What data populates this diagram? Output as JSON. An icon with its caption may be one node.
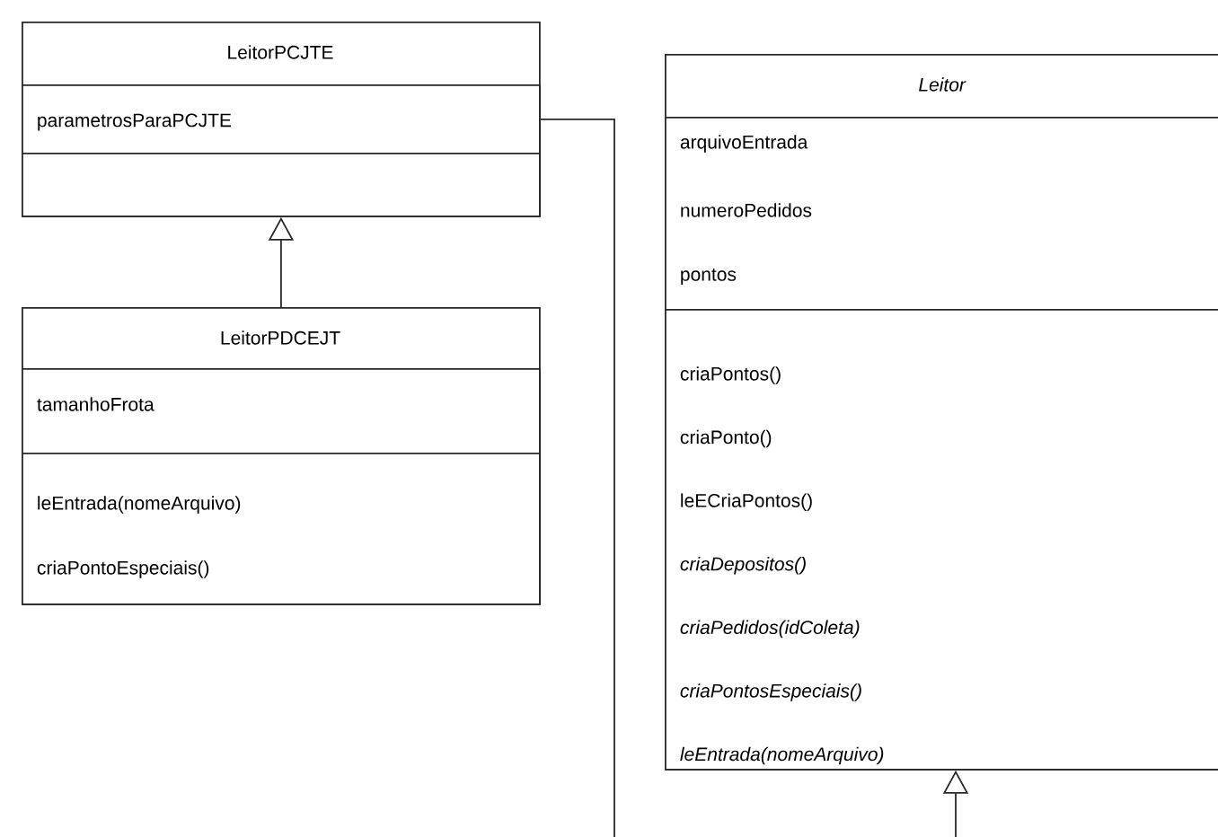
{
  "diagram": {
    "nodes": [
      {
        "text": [
          "LeitorPCJTE"
        ]
      },
      {
        "text": [
          "parametrosParaPCJTE"
        ],
        "in": 0
      },
      {
        "text": [],
        "shape": "box",
        "in": 0
      },
      {
        "text": [
          "LeitorPDCEJT"
        ]
      },
      {
        "text": [
          "tamanhoFrota"
        ],
        "in": 3
      },
      {
        "text": [
          "leEntrada(nomeArquivo)",
          "criaPontoEspeciais()"
        ],
        "in": 3
      },
      {
        "text": [
          "*Leitor*"
        ]
      },
      {
        "text": [
          "arquivoEntrada",
          "numeroPedidos",
          "pontos"
        ],
        "in": 6
      },
      {
        "text": [
          "criaPontos()",
          "criaPonto()",
          "leECriaPontos()",
          "*criaDepositos()*",
          "*criaPedidos(idColeta)*",
          "*criaPontosEspeciais()*",
          "*leEntrada(nomeArquivo)*"
        ],
        "in": 6
      }
    ],
    "edges": [
      {
        "from": 3,
        "to": 0,
        "arrow": "to"
      },
      {
        "from": 1,
        "to": null,
        "arrow": "none"
      },
      {
        "from": null,
        "to": 6,
        "arrow": "to"
      }
    ]
  }
}
